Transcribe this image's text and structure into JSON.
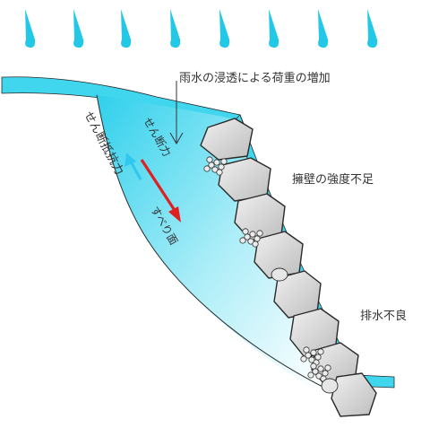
{
  "labels": {
    "rain_infiltration": "雨水の浸透による荷重の増加",
    "shear_force": "せん断力",
    "shear_resistance": "せん断抵抗力",
    "slip_surface": "すべり面",
    "wall_strength": "擁壁の強度不足",
    "poor_drainage": "排水不良"
  },
  "colors": {
    "rain": "#22c8e6",
    "water": "#3fd6ee",
    "shear_arrow": "#e02020",
    "resistance_arrow": "#30c8ee",
    "stone_fill": "#d8d8d8",
    "stone_stroke": "#2a2a2a"
  },
  "icons": [
    "raindrop-icon"
  ]
}
